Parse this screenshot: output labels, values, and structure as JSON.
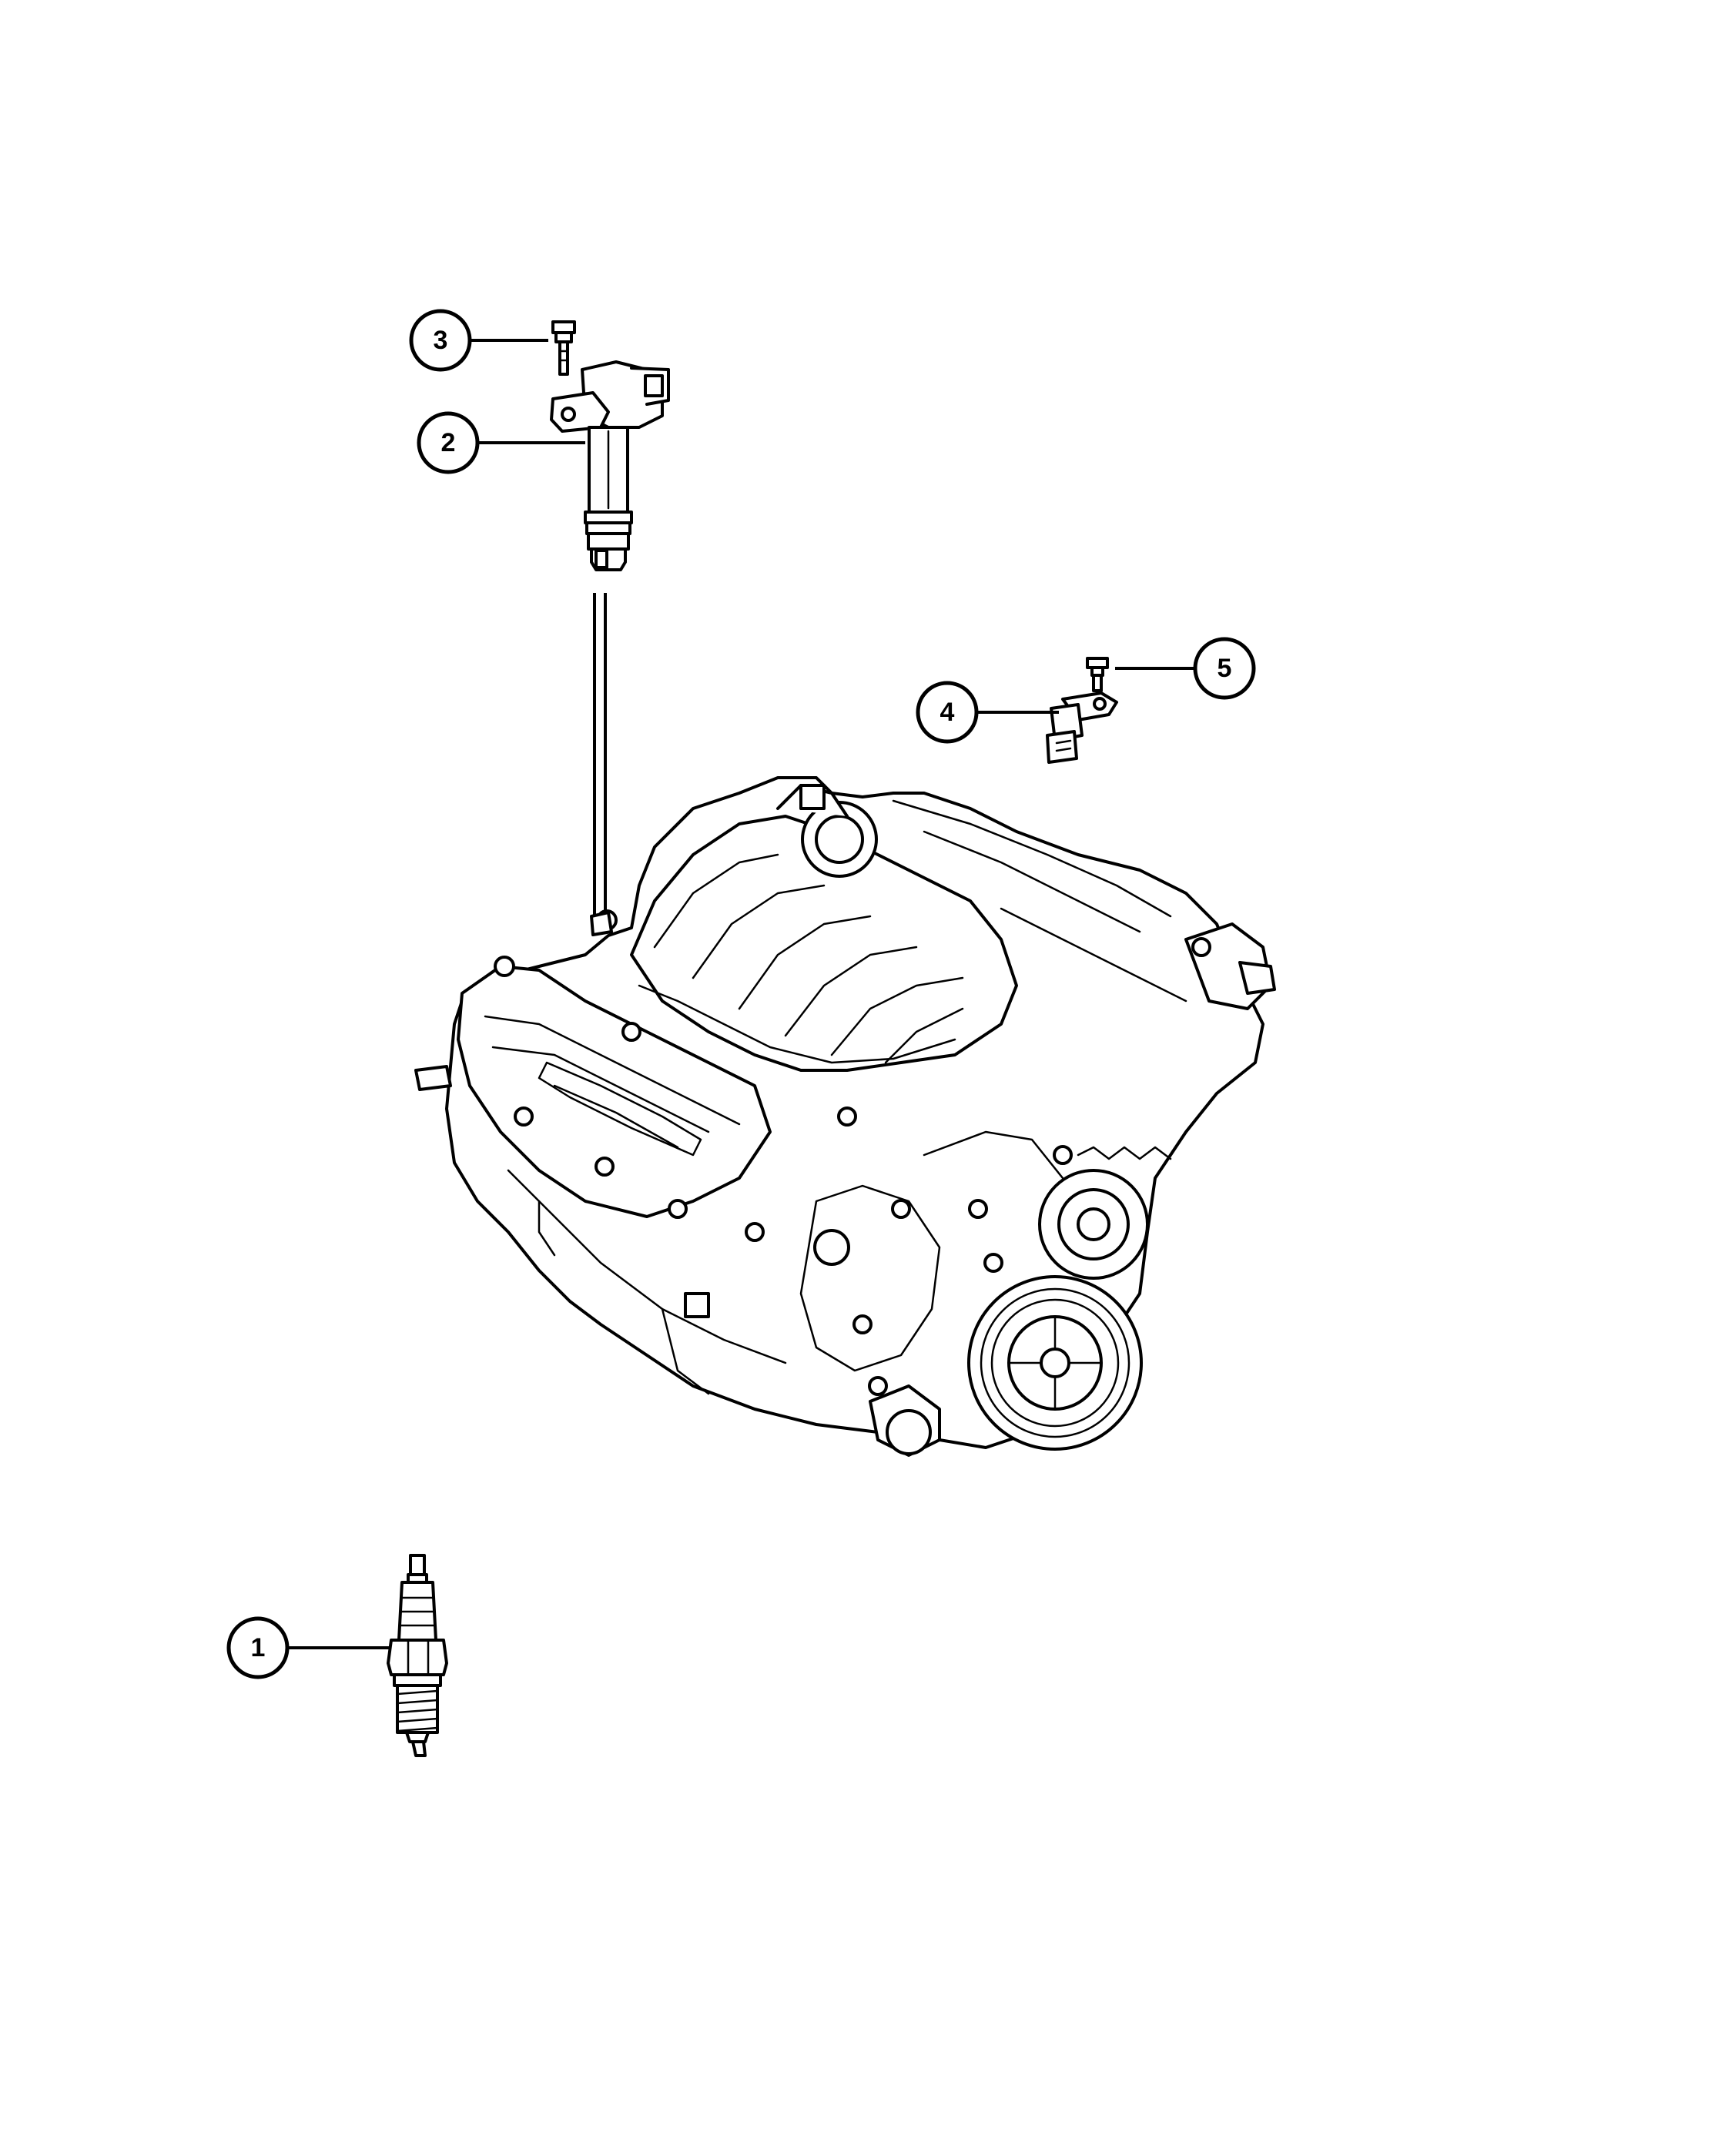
{
  "colors": {
    "ink": "#000000",
    "paper": "#ffffff"
  },
  "callouts": [
    {
      "number": "1",
      "part": "spark-plug"
    },
    {
      "number": "2",
      "part": "ignition-coil"
    },
    {
      "number": "3",
      "part": "coil-bolt"
    },
    {
      "number": "4",
      "part": "sensor"
    },
    {
      "number": "5",
      "part": "sensor-bolt"
    }
  ]
}
